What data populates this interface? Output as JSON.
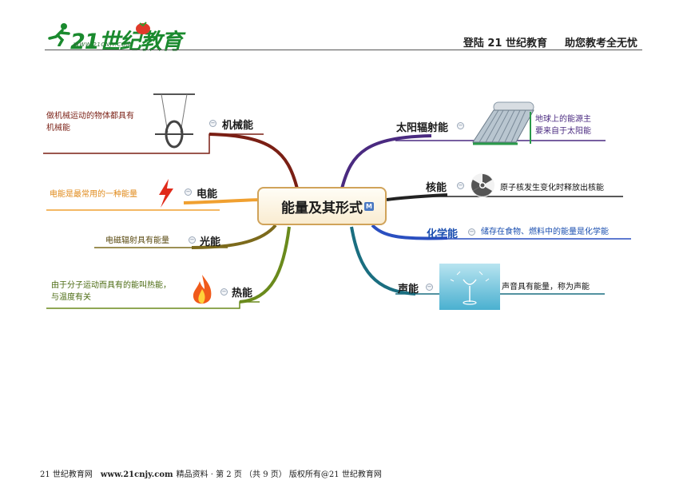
{
  "header": {
    "logo_text": "21世纪教育",
    "logo_url": "WWW.21CNJY.COM",
    "slogan_left": "登陆 21 世纪教育",
    "slogan_right": "助您教考全无忧"
  },
  "mindmap": {
    "center": "能量及其形式",
    "center_badge": "M",
    "left_topics": [
      {
        "label": "机械能",
        "note": [
          "做机械运动的物体都具有",
          "机械能"
        ],
        "color": "#7a1f14"
      },
      {
        "label": "电能",
        "note": [
          "电能是最常用的一种能量"
        ],
        "color": "#f0a030"
      },
      {
        "label": "光能",
        "note": [
          "电磁辐射具有能量"
        ],
        "color": "#7c6a1c"
      },
      {
        "label": "热能",
        "note": [
          "由于分子运动而具有的能叫热能，",
          "与温度有关"
        ],
        "color": "#6a8a1c"
      }
    ],
    "right_topics": [
      {
        "label": "太阳辐射能",
        "note": [
          "地球上的能源主",
          "要来自于太阳能"
        ],
        "color": "#4a2a80"
      },
      {
        "label": "核能",
        "note": [
          "原子核发生变化时释放出核能"
        ],
        "color": "#222222"
      },
      {
        "label": "化学能",
        "note": [
          "储存在食物、燃料中的能量是化学能"
        ],
        "color": "#2a4fc0"
      },
      {
        "label": "声能",
        "note": [
          "声音具有能量，称为声能"
        ],
        "color": "#1a6e80"
      }
    ],
    "collapse_symbol": "−"
  },
  "footer": {
    "site": "21 世纪教育网",
    "url": "www.21cnjy.com",
    "info": "精品资料 · 第 2 页 （共 9 页） 版权所有@21 世纪教育网"
  }
}
